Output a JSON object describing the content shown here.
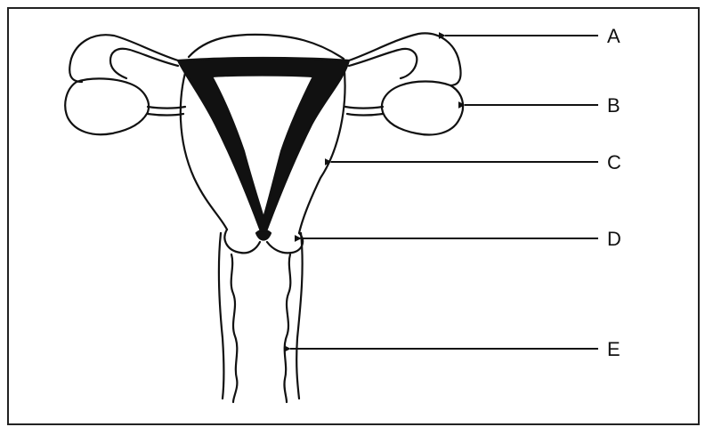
{
  "diagram": {
    "labels": [
      {
        "id": "A",
        "text": "A"
      },
      {
        "id": "B",
        "text": "B"
      },
      {
        "id": "C",
        "text": "C"
      },
      {
        "id": "D",
        "text": "D"
      },
      {
        "id": "E",
        "text": "E"
      }
    ]
  },
  "colors": {
    "ink": "#111111",
    "frame": "#222222",
    "background": "#ffffff"
  }
}
